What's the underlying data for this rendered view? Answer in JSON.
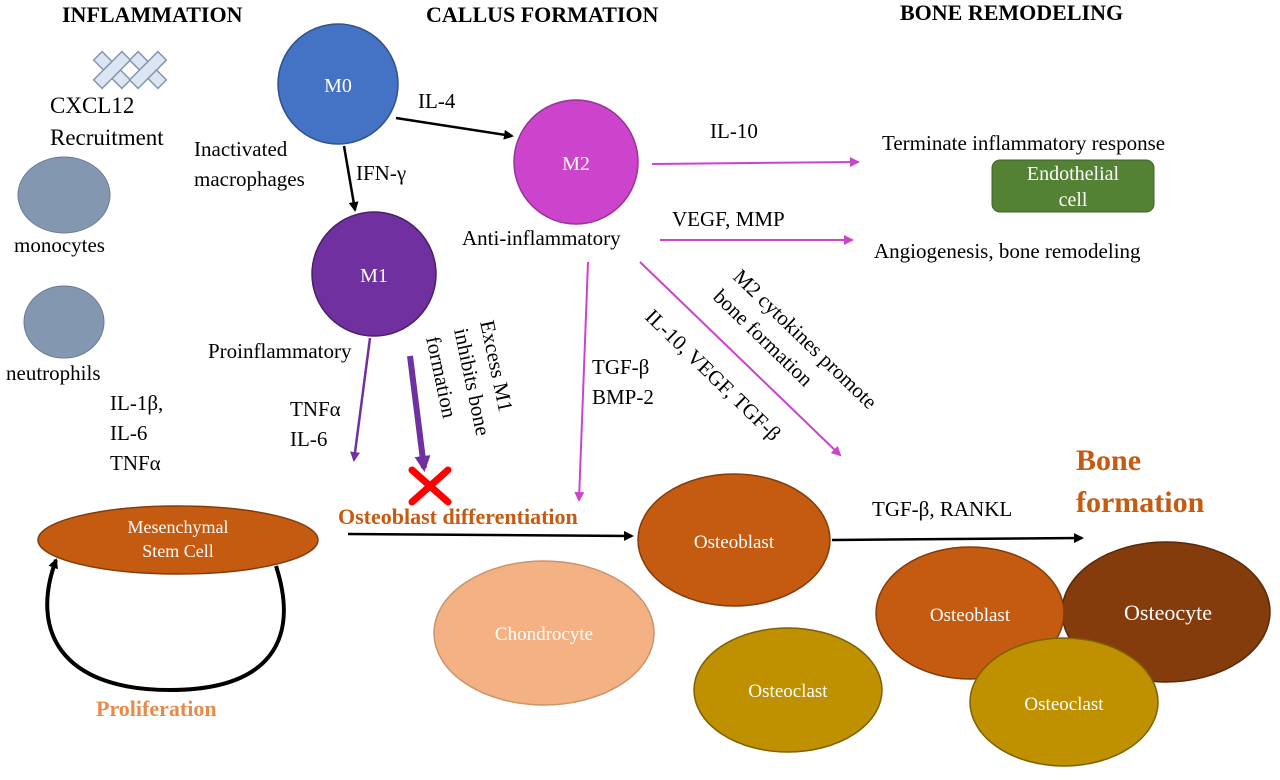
{
  "headers": {
    "inflammation": "INFLAMMATION",
    "callus": "CALLUS FORMATION",
    "remodeling": "BONE REMODELING"
  },
  "cells": {
    "m0": "M0",
    "m1": "M1",
    "m2": "M2",
    "msc_line1": "Mesenchymal",
    "msc_line2": "Stem Cell",
    "chondrocyte": "Chondrocyte",
    "osteoblast": "Osteoblast",
    "osteoclast": "Osteoclast",
    "osteoblast2": "Osteoblast",
    "osteoclast2": "Osteoclast",
    "osteocyte": "Osteocyte",
    "endothelial_line1": "Endothelial",
    "endothelial_line2": "cell"
  },
  "labels": {
    "cxcl12": "CXCL12",
    "recruitment": "Recruitment",
    "monocytes": "monocytes",
    "neutrophils": "neutrophils",
    "il1b": "IL-1β,",
    "il6a": "IL-6",
    "tnfa_a": "TNFα",
    "inactivated1": "Inactivated",
    "inactivated2": "macrophages",
    "ifng": "IFN-γ",
    "il4": "IL-4",
    "proinflammatory": "Proinflammatory",
    "anti_inflammatory": "Anti-inflammatory",
    "tnfa_b": "TNFα",
    "il6_b": "IL-6",
    "excess1": "Excess M1",
    "excess2": "inhibits bone",
    "excess3": "formation",
    "tgfb": "TGF-β",
    "bmp2": "BMP-2",
    "il10_vegf": "IL-10, VEGF, TGF-β",
    "m2cyt1": "M2 cytokines promote",
    "m2cyt2": "bone formation",
    "il10": "IL-10",
    "vegf_mmp": "VEGF, MMP",
    "terminate": "Terminate inflammatory response",
    "angiogenesis": "Angiogenesis,  bone remodeling",
    "osteoblast_diff": "Osteoblast differentiation",
    "proliferation": "Proliferation",
    "tgfb_rankl": "TGF-β, RANKL",
    "bone1": "Bone",
    "bone2": "formation"
  },
  "colors": {
    "m0": "#4472c4",
    "m1": "#7030a0",
    "m2": "#cc44cc",
    "msc": "#c55a11",
    "chondrocyte": "#f4b183",
    "osteoblast": "#c55a11",
    "osteoclast": "#bf9000",
    "osteocyte": "#843c0c",
    "endothelial": "#548235",
    "blob": "#8497b0",
    "arrow_purple": "#7030a0",
    "arrow_pink": "#cc44cc",
    "inhibit": "#ff0000"
  }
}
